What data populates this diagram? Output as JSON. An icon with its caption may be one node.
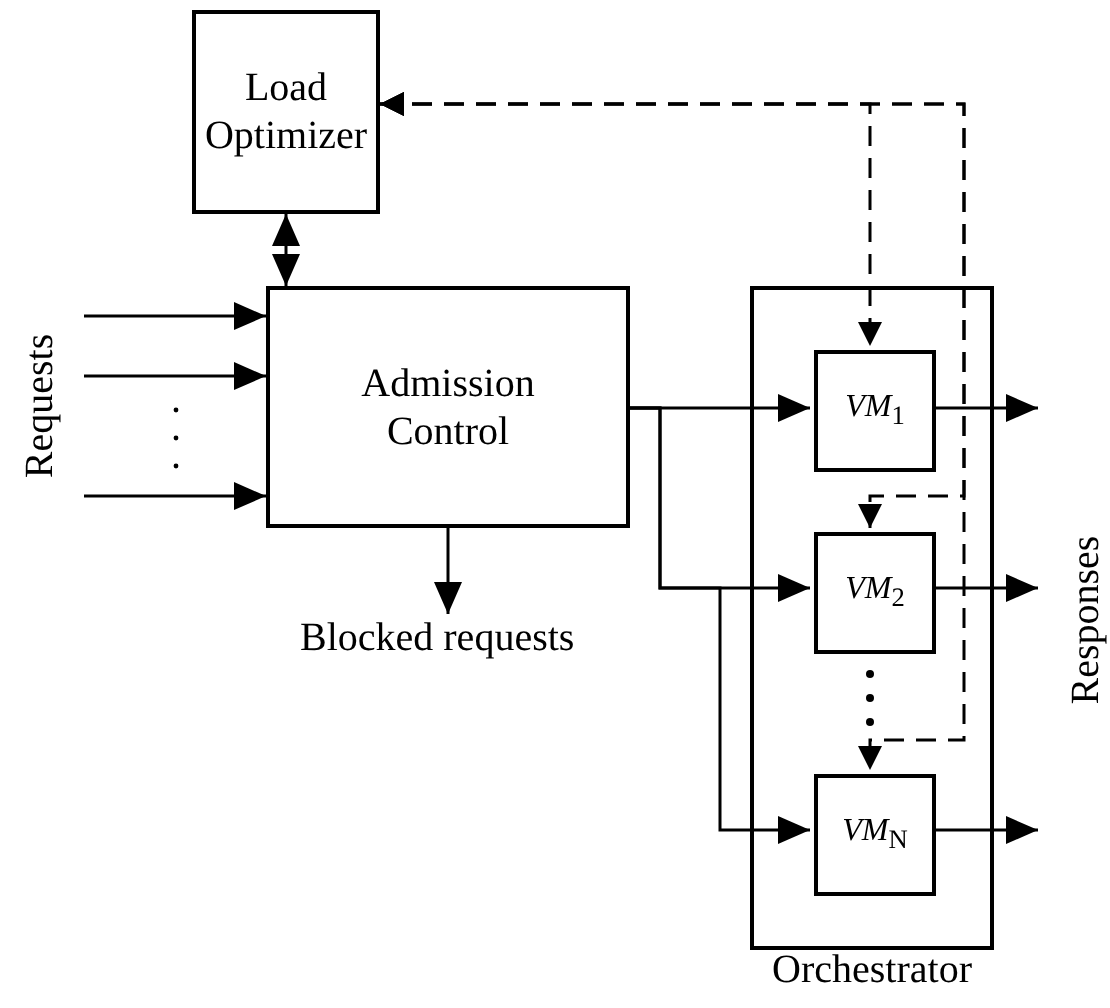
{
  "diagram": {
    "nodes": [
      {
        "text": [
          "Load Optimizer"
        ]
      },
      {
        "text": [
          "Admission Control"
        ]
      },
      {
        "text": [
          "Orchestrator"
        ]
      },
      {
        "text": [
          "*VM*$_{1}$"
        ],
        "in": 2
      },
      {
        "text": [
          "*VM*$_{2}$"
        ],
        "in": 2
      },
      {
        "text": [
          "*VM*$_{N}$"
        ],
        "in": 2
      },
      {
        "text": [
          "Blocked requests"
        ]
      },
      {
        "text": [
          "Responses"
        ]
      }
    ],
    "edges": [
      {
        "from": null,
        "to": 1,
        "arrow": "to"
      },
      {
        "from": null,
        "to": 1,
        "arrow": "to"
      },
      {
        "from": null,
        "to": 1,
        "arrow": "to"
      },
      {
        "from": 0,
        "to": 1,
        "arrow": "both"
      },
      {
        "from": 1,
        "to": 3,
        "arrow": "to"
      },
      {
        "from": 1,
        "to": 4,
        "arrow": "to"
      },
      {
        "from": 1,
        "to": 5,
        "arrow": "to"
      },
      {
        "from": 1,
        "to": 6,
        "arrow": "to"
      },
      {
        "from": 3,
        "to": null,
        "arrow": "to"
      },
      {
        "from": 4,
        "to": 7,
        "arrow": "to"
      },
      {
        "from": 5,
        "to": null,
        "arrow": "to"
      },
      {
        "from": 0,
        "to": 3,
        "arrow": "both",
        "style": "dashed"
      },
      {
        "from": 0,
        "to": 4,
        "arrow": "both",
        "style": "dashed"
      },
      {
        "from": 0,
        "to": 5,
        "arrow": "both",
        "style": "dashed"
      }
    ],
    "labels": [
      "Requests"
    ]
  }
}
